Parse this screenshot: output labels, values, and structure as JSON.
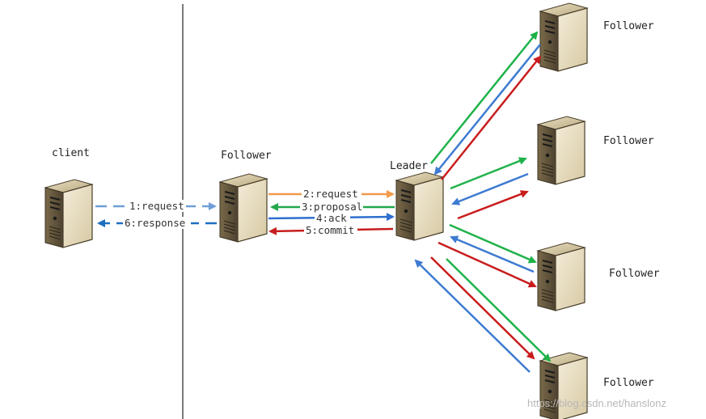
{
  "labels": {
    "client": "client",
    "follower_left": "Follower",
    "leader": "Leader",
    "followers_right": [
      "Follower",
      "Follower",
      "Follower",
      "Follower"
    ]
  },
  "messages": {
    "request1": "1:request",
    "response6": "6:response",
    "request2": "2:request",
    "proposal3": "3:proposal",
    "ack4": "4:ack",
    "commit5": "5:commit"
  },
  "colors": {
    "request_client": "#6f9fd8",
    "response_client": "#1f6fc0",
    "request": "#f39a4b",
    "proposal": "#22a84a",
    "ack": "#2f6fcf",
    "commit": "#c71e1e",
    "leader_green": "#1fb24a",
    "leader_blue": "#3d7bd1",
    "leader_red": "#c91c1c",
    "divider": "#222222"
  },
  "icons": {
    "server": "server-tower-icon"
  },
  "watermark": "https://blog.csdn.net/hanslonz"
}
